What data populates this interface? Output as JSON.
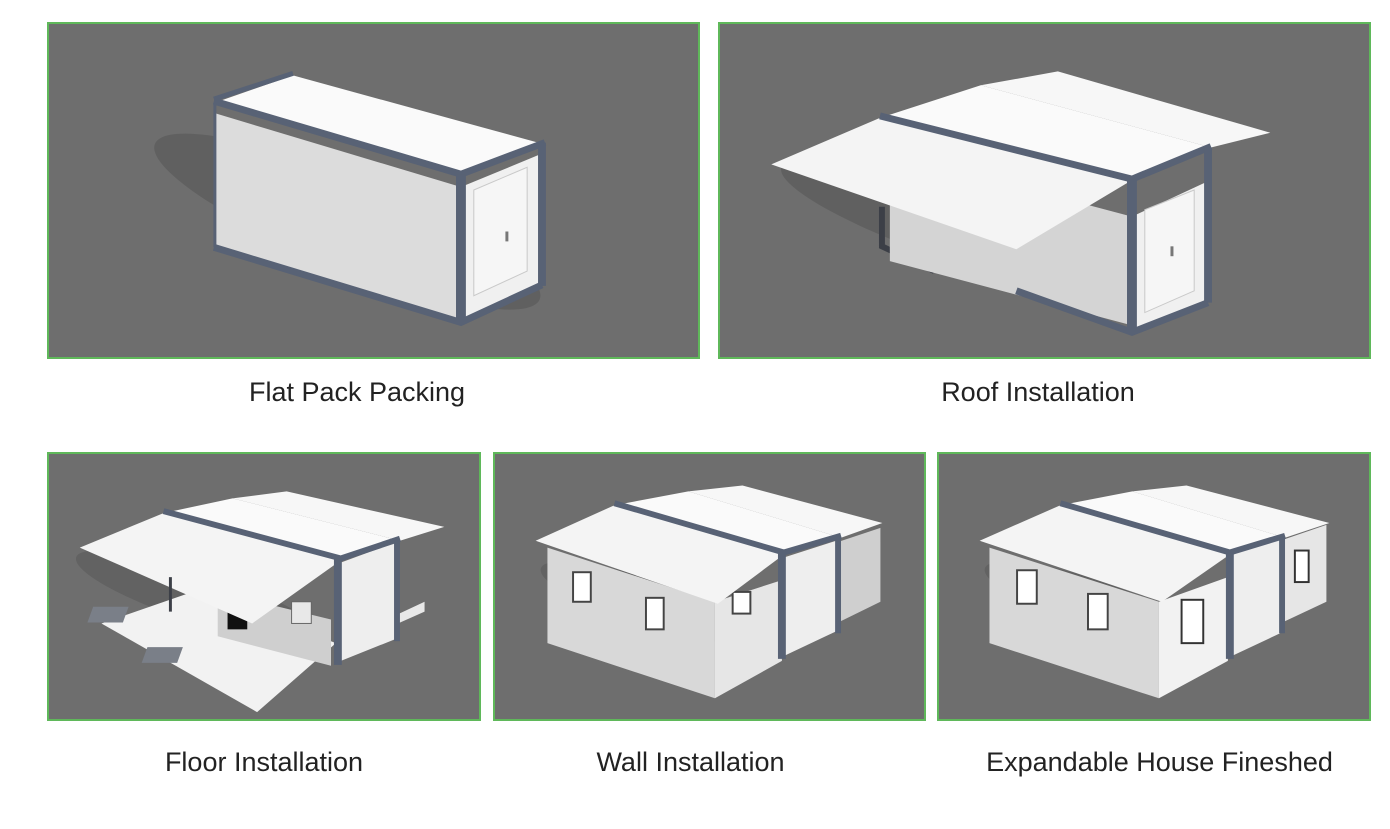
{
  "background_color": "#ffffff",
  "panel_color": "#6e6e6e",
  "border_color": "#5fb85a",
  "steps": [
    {
      "caption": "Flat Pack Packing",
      "image": "container-closed-illustration"
    },
    {
      "caption": "Roof Installation",
      "image": "container-roof-unfolded-illustration"
    },
    {
      "caption": "Floor Installation",
      "image": "container-floor-unfolded-illustration"
    },
    {
      "caption": "Wall Installation",
      "image": "container-walls-installed-illustration"
    },
    {
      "caption": "Expandable House Fineshed",
      "image": "expandable-house-finished-illustration"
    }
  ]
}
